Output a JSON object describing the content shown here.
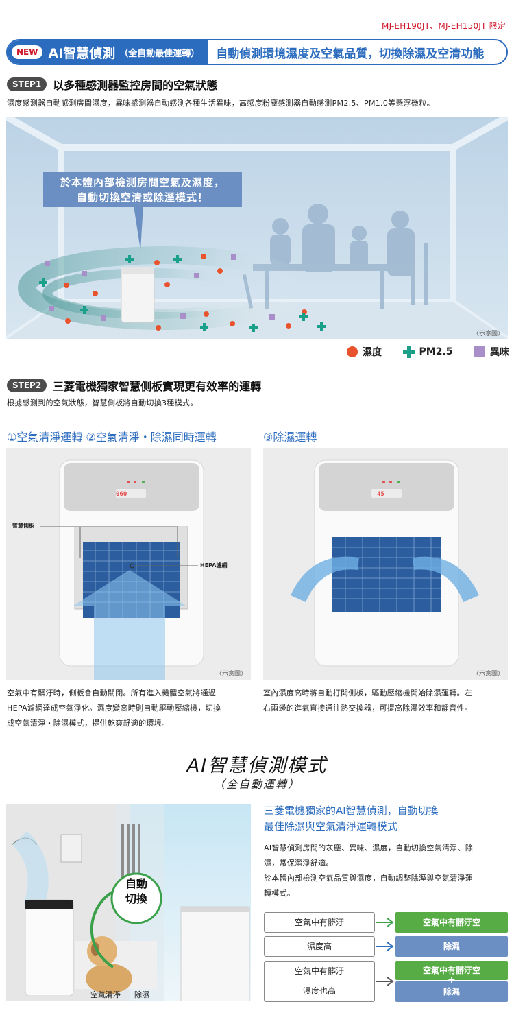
{
  "header": {
    "model_note": "MJ-EH190JT、MJ-EH150JT 限定",
    "new_badge": "NEW",
    "title": "AI智慧偵測",
    "title_sub": "（全自動最佳運轉）",
    "title_right": "自動偵測環境濕度及空氣品質，切換除濕及空清功能"
  },
  "step1": {
    "badge": "STEP1",
    "heading": "以多種感測器監控房間的空氣狀態",
    "text": "濕度感測器自動感測房間濕度，異味感測器自動感測各種生活異味，高感度粉塵感測器自動感測PM2.5、PM1.0等懸浮微粒。",
    "bubble_line1": "於本體內部檢測房間空氣及濕度，",
    "bubble_line2": "自動切換空清或除溼模式！",
    "demo_note": "〈示意圖〉",
    "legend": [
      {
        "label": "濕度",
        "color": "#e8532d",
        "icon": "circle-icon"
      },
      {
        "label": "PM2.5",
        "color": "#1aa08a",
        "icon": "cross-icon"
      },
      {
        "label": "異味",
        "color": "#a98fc9",
        "icon": "square-icon"
      }
    ]
  },
  "step2": {
    "badge": "STEP2",
    "heading": "三菱電機獨家智慧側板實現更有效率的運轉",
    "text": "根據感測到的空氣狀態，智慧側板將自動切換3種模式。",
    "mode_left": "①空氣清淨運轉 ②空氣清淨・除濕同時運轉",
    "mode_right": "③除濕運轉",
    "label_side_panel": "智慧側板",
    "label_hepa": "HEPA濾網",
    "display_left": "060",
    "display_right": "45",
    "demo_note_left": "〈示意圖〉",
    "demo_note_right": "〈示意圖〉",
    "desc_left_1": "空氣中有髒汙時，側板會自動關閉。所有進入機體空氣將通過",
    "desc_left_2": "HEPA濾網達成空氣淨化。濕度變高時則自動驅動壓縮機，切換",
    "desc_left_3": "成空氣清淨・除濕模式，提供乾爽舒適的環境。",
    "desc_right_1": "室內濕度高時將自動打開側板，驅動壓縮機開始除濕運轉。左",
    "desc_right_2": "右兩邊的進氣直接通往熱交換器，可提高除濕效率和靜音性。"
  },
  "ai": {
    "title": "AI智慧偵測模式",
    "subtitle": "（全自動運轉）",
    "switch_line1": "自動",
    "switch_line2": "切換",
    "caption_left": "空氣清淨",
    "caption_right": "除濕",
    "heading_line1": "三菱電機獨家的AI智慧偵測，自動切換",
    "heading_line2": "最佳除濕與空氣清淨運轉模式",
    "desc_1": "AI智慧偵測房間的灰塵、異味、濕度，自動切換空氣清淨、除",
    "desc_2": "濕，常保潔淨舒適。",
    "desc_3": "於本體內部檢測空氣品質與濕度，自動調整除溼與空氣清淨運",
    "desc_4": "轉模式。",
    "rows": [
      {
        "condition": "空氣中有髒汙",
        "result": "空氣中有髒汙空"
      },
      {
        "condition": "濕度高",
        "result": "除濕"
      }
    ],
    "combo": {
      "condition_a": "空氣中有髒汙",
      "condition_b": "濕度也高",
      "result_a": "空氣中有髒汙空",
      "plus": "+",
      "result_b": "除濕"
    },
    "colors": {
      "green": "#58ac46",
      "blue": "#6b8fc2"
    }
  }
}
